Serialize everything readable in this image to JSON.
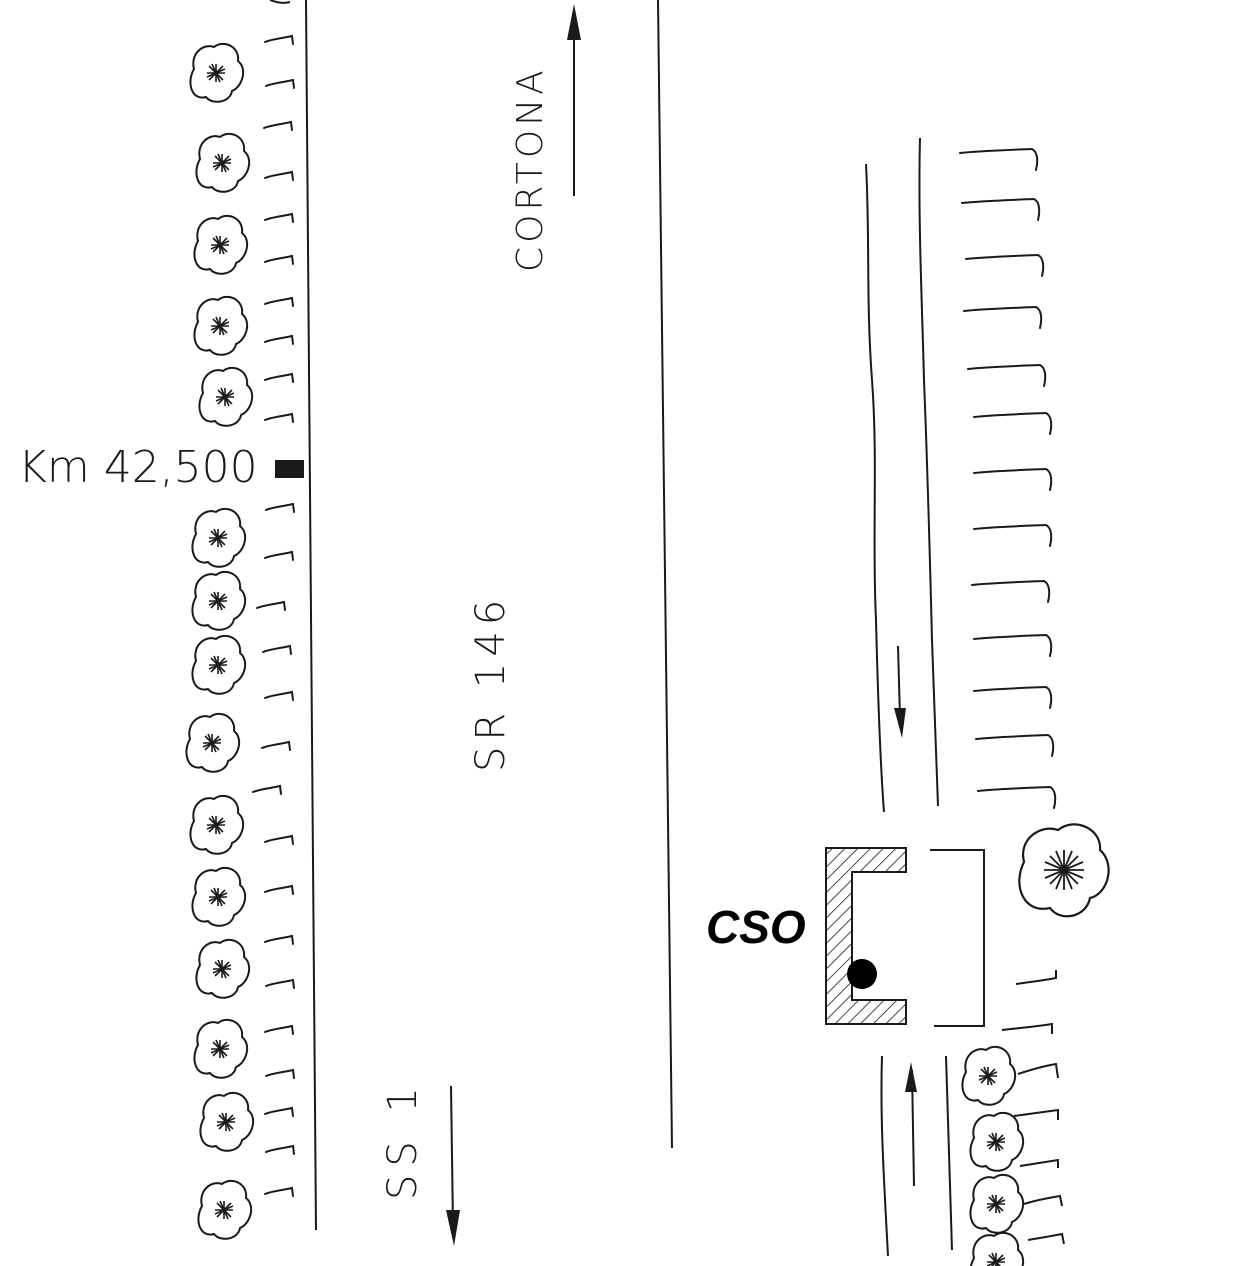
{
  "labels": {
    "km_marker": "Km 42,500",
    "north_destination": "CORTONA",
    "road_name": "SR 146",
    "south_destination": "SS 1",
    "station_code": "CSO"
  },
  "colors": {
    "ink": "#1a1a1a",
    "fill_black": "#000000",
    "background": "#ffffff"
  },
  "icons": {
    "tree": "tree-symbol",
    "hedge": "hedge-tick-symbol",
    "arrow": "direction-arrow"
  }
}
